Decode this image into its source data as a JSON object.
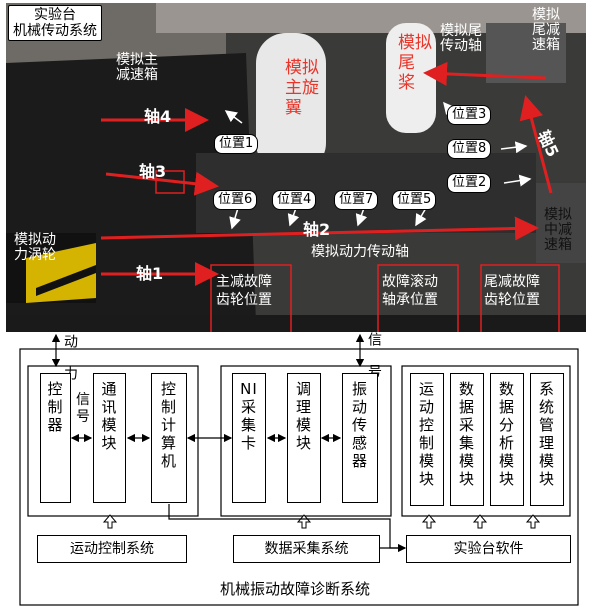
{
  "photo": {
    "title": "实验台\n机械传动系统",
    "main_gearbox": "模拟主\n减速箱",
    "main_rotor": "模拟\n主旋\n翼",
    "tail_rotor": "模拟\n尾\n桨",
    "tail_shaft": "模拟尾\n传动轴",
    "tail_gearbox": "模拟\n尾减\n速箱",
    "mid_gearbox": "模拟\n中减\n速箱",
    "turbine": "模拟动\n力涡轮",
    "power_shaft": "模拟动力传动轴",
    "axes": [
      "轴4",
      "轴3",
      "轴2",
      "轴1",
      "轴5"
    ],
    "positions": [
      "位置1",
      "位置6",
      "位置4",
      "位置7",
      "位置5",
      "位置3",
      "位置8",
      "位置2"
    ],
    "fault_main": "主减故障\n齿轮位置",
    "fault_bearing": "故障滚动\n轴承位置",
    "fault_tail": "尾减故障\n齿轮位置"
  },
  "links": {
    "power": "动\n力",
    "signal": "信\n号",
    "signal_inner": "信\n号"
  },
  "groups": {
    "control": [
      "控\n制\n器",
      "通\n讯\n模\n块",
      "控\n制\n计\n算\n机"
    ],
    "acquisition": [
      "NI\n采\n集\n卡",
      "调\n理\n模\n块",
      "振\n动\n传\n感\n器"
    ],
    "software": [
      "运\n动\n控\n制\n模\n块",
      "数\n据\n采\n集\n模\n块",
      "数\n据\n分\n析\n模\n块",
      "系\n统\n管\n理\n模\n块"
    ]
  },
  "systems": {
    "motion": "运动控制系统",
    "acq": "数据采集系统",
    "software": "实验台软件"
  },
  "footer": "机械振动故障诊断系统",
  "colors": {
    "arrow_red": "#e02020",
    "photo_bg": "#2a2a2a"
  }
}
